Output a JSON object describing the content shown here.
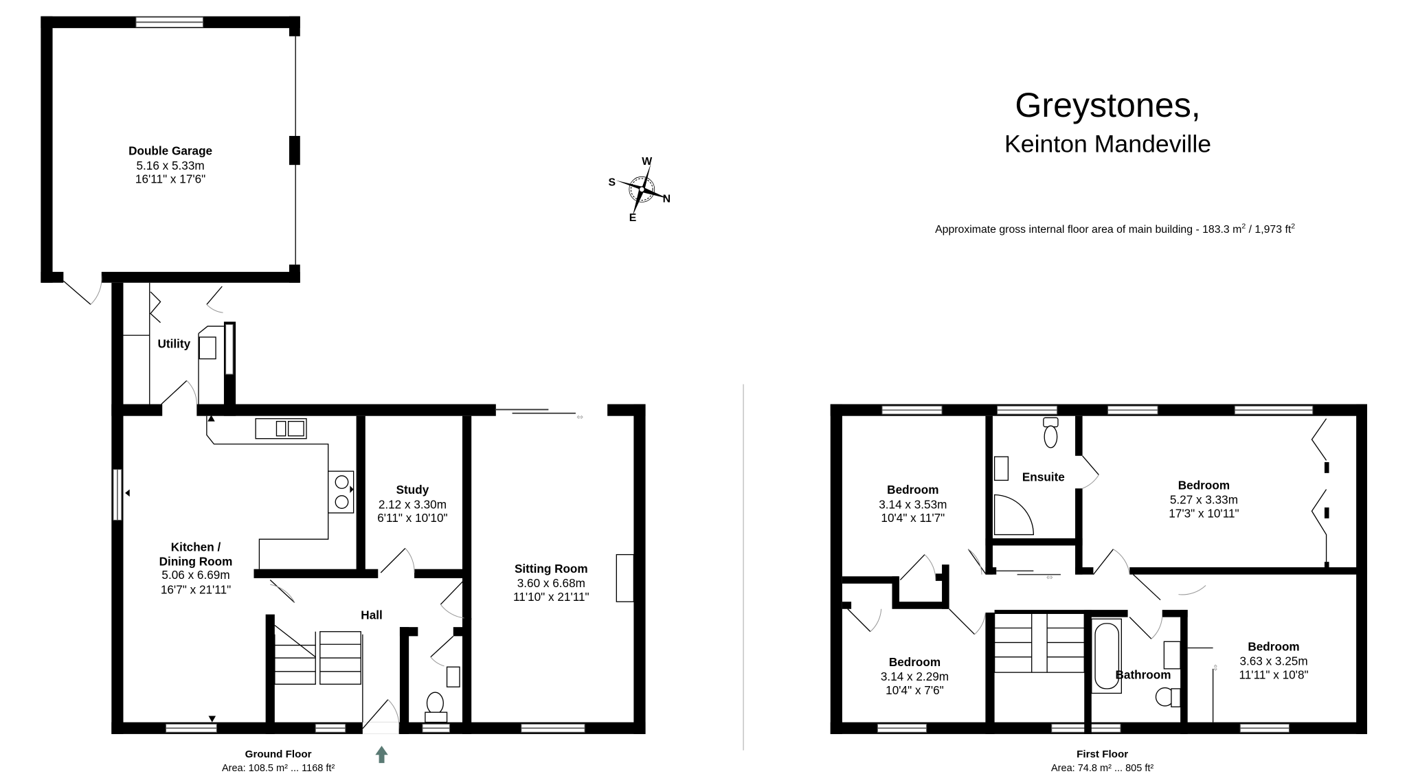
{
  "header": {
    "property_name": "Greystones,",
    "location": "Keinton Mandeville",
    "area_text": "Approximate gross internal floor area of main building  -  183.3 m",
    "area_sq_unit_m": "2",
    "area_sep": " /  1,973 ft",
    "area_sq_unit_ft": "2"
  },
  "compass": {
    "north": "N",
    "south": "S",
    "east": "E",
    "west": "W"
  },
  "ground_floor": {
    "label": "Ground Floor",
    "area": "Area: 108.5 m² ... 1168 ft²",
    "entrance_arrow_color": "#5a7a74",
    "rooms": [
      {
        "name": "Double Garage",
        "metric": "5.16 x 5.33m",
        "imperial": "16'11\" x 17'6\""
      },
      {
        "name": "Utility",
        "metric": "",
        "imperial": ""
      },
      {
        "name": "Kitchen /",
        "name2": "Dining Room",
        "metric": "5.06 x 6.69m",
        "imperial": "16'7\" x 21'11\""
      },
      {
        "name": "Study",
        "metric": "2.12 x 3.30m",
        "imperial": "6'11\" x 10'10\""
      },
      {
        "name": "Sitting Room",
        "metric": "3.60 x 6.68m",
        "imperial": "11'10\" x 21'11\""
      },
      {
        "name": "Hall",
        "metric": "",
        "imperial": ""
      }
    ]
  },
  "first_floor": {
    "label": "First Floor",
    "area": "Area: 74.8 m² ... 805 ft²",
    "rooms": [
      {
        "name": "Bedroom",
        "metric": "3.14 x 3.53m",
        "imperial": "10'4\" x 11'7\""
      },
      {
        "name": "Ensuite",
        "metric": "",
        "imperial": ""
      },
      {
        "name": "Bedroom",
        "metric": "5.27 x 3.33m",
        "imperial": "17'3\" x 10'11\""
      },
      {
        "name": "Bedroom",
        "metric": "3.14 x 2.29m",
        "imperial": "10'4\" x 7'6\""
      },
      {
        "name": "Bathroom",
        "metric": "",
        "imperial": ""
      },
      {
        "name": "Bedroom",
        "metric": "3.63 x 3.25m",
        "imperial": "11'11\" x 10'8\""
      }
    ]
  }
}
